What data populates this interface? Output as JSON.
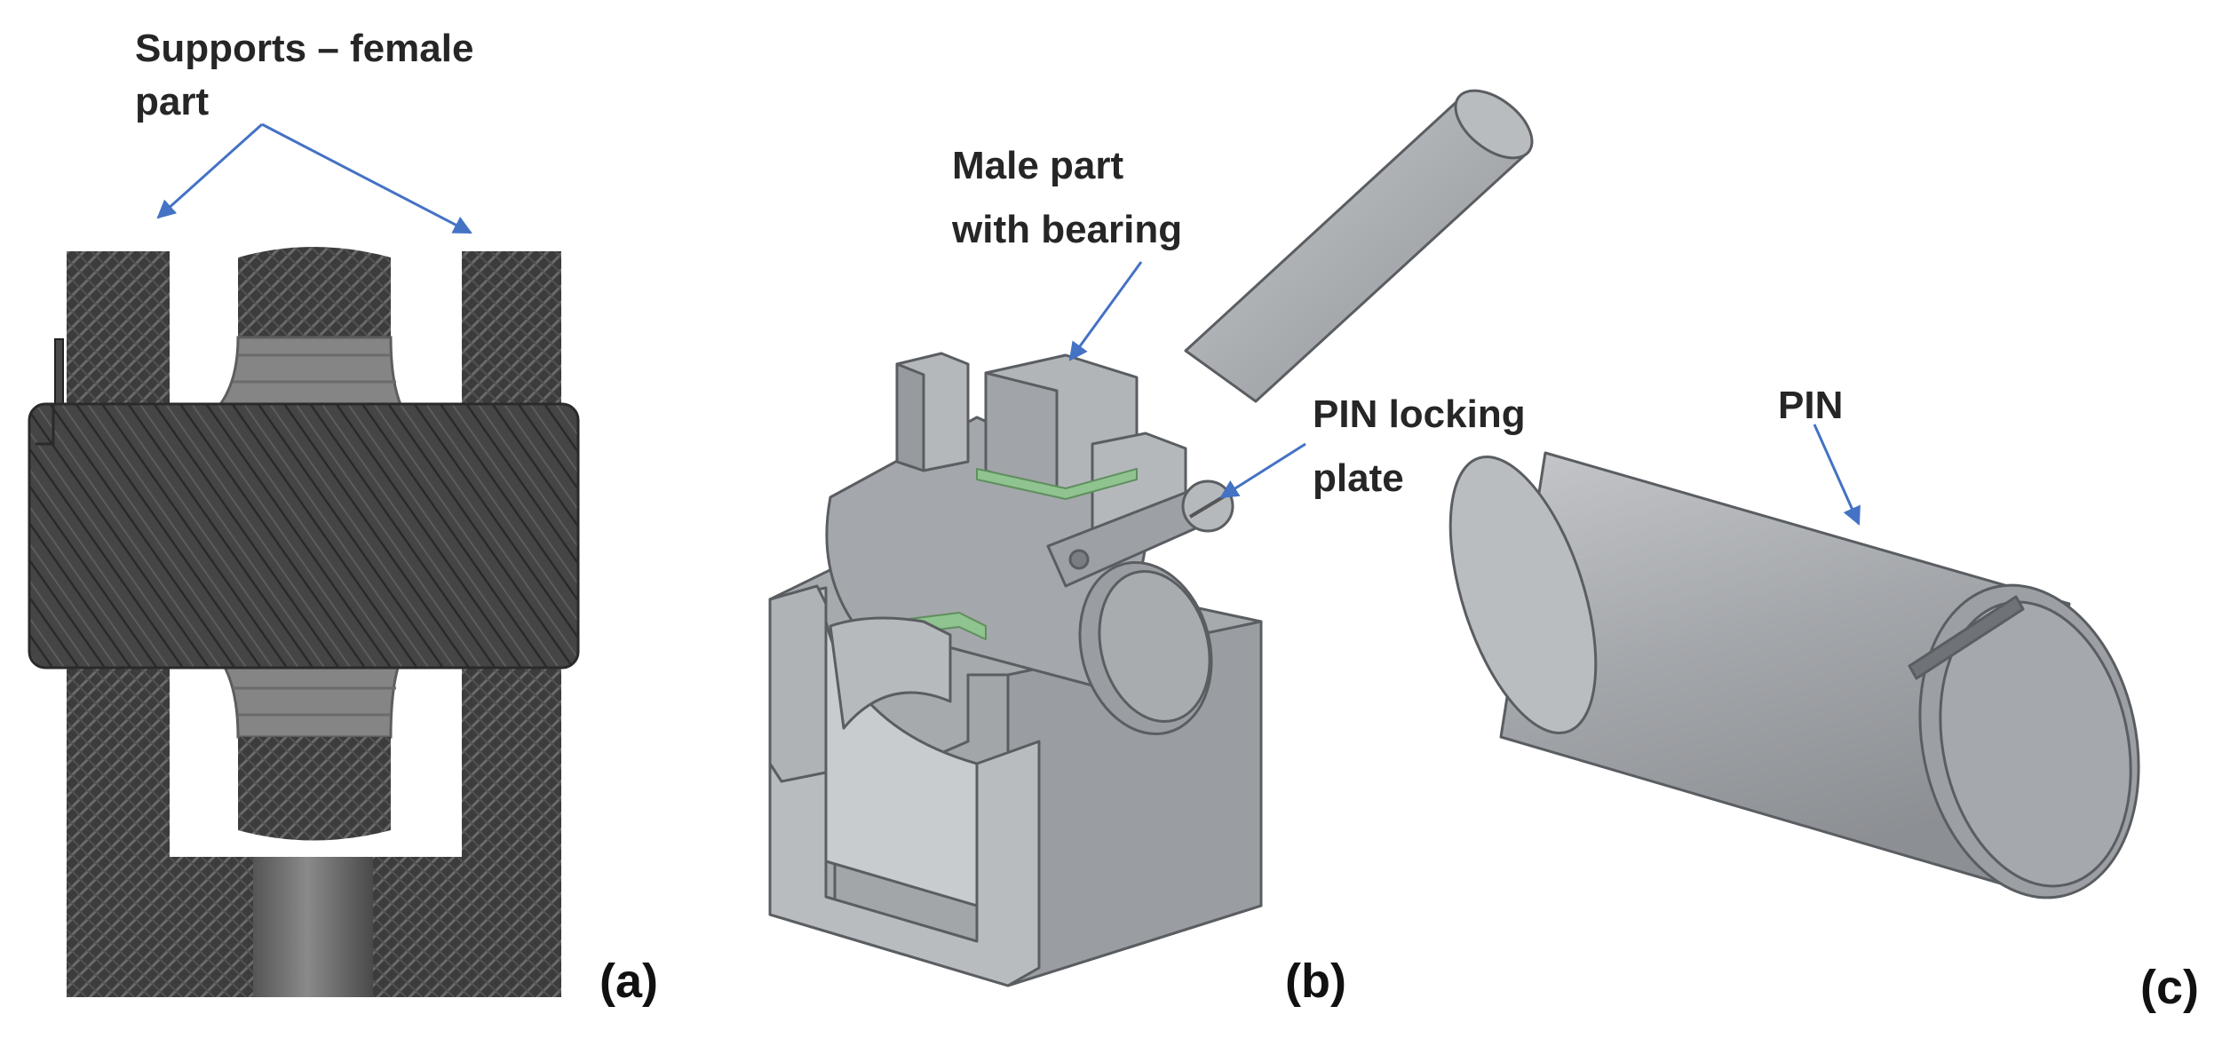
{
  "labels": {
    "supports_line1": "Supports – female",
    "supports_line2": "part",
    "male_line1": "Male part",
    "male_line2": "with bearing",
    "locking_line1": "PIN locking",
    "locking_line2": "plate",
    "pin": "PIN"
  },
  "panels": {
    "a": "(a)",
    "b": "(b)",
    "c": "(c)"
  },
  "colors": {
    "arrow": "#4472c4",
    "hatch_dark": "#3a3a3a",
    "hatch_light": "#6e6e6e",
    "part_gray": "#a6a9ad",
    "part_light": "#c3c6c9",
    "part_dark": "#85888c",
    "bearing_green": "#8fc38f"
  }
}
